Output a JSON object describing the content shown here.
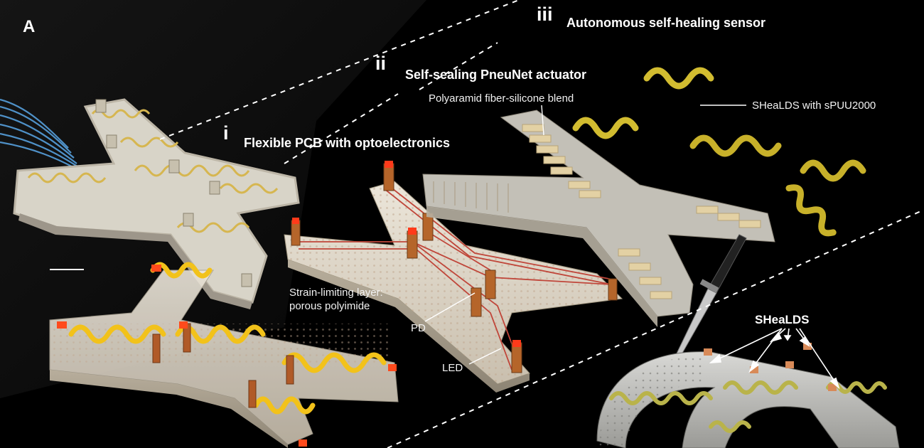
{
  "figure": {
    "panel_letter": "A",
    "layers": [
      {
        "numeral": "i",
        "title": "Flexible PCB with optoelectronics"
      },
      {
        "numeral": "ii",
        "title": "Self-sealing PneuNet actuator"
      },
      {
        "numeral": "iii",
        "title": "Autonomous  self-healing sensor"
      }
    ],
    "annotations": {
      "fiber_blend": "Polyaramid fiber-silicone blend",
      "sheal_with": "SHeaLDS with sPUU2000",
      "strain_limiting": "Strain-limiting layer:\nporous polyimide",
      "pd": "PD",
      "led": "LED",
      "shealds": "SHeaLDS"
    }
  }
}
